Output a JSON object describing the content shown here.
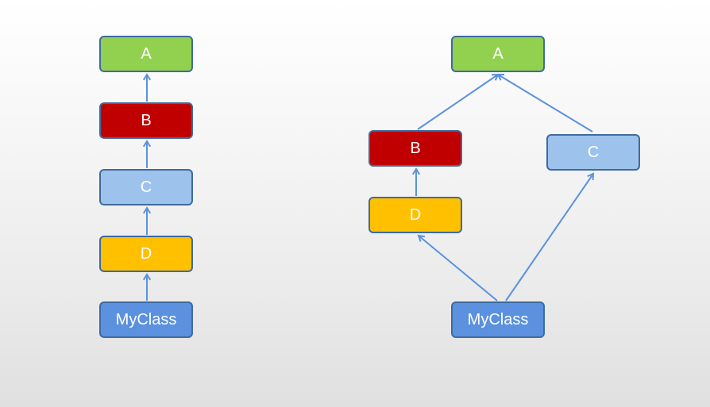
{
  "diagrams": [
    {
      "nodes": [
        {
          "id": "A",
          "label": "A",
          "color": "#92d050"
        },
        {
          "id": "B",
          "label": "B",
          "color": "#c00000"
        },
        {
          "id": "C",
          "label": "C",
          "color": "#9dc3ec"
        },
        {
          "id": "D",
          "label": "D",
          "color": "#ffc000"
        },
        {
          "id": "MyClass",
          "label": "MyClass",
          "color": "#5b91de"
        }
      ],
      "edges": [
        {
          "from": "B",
          "to": "A"
        },
        {
          "from": "C",
          "to": "B"
        },
        {
          "from": "D",
          "to": "C"
        },
        {
          "from": "MyClass",
          "to": "D"
        }
      ]
    },
    {
      "nodes": [
        {
          "id": "A",
          "label": "A",
          "color": "#92d050"
        },
        {
          "id": "B",
          "label": "B",
          "color": "#c00000"
        },
        {
          "id": "C",
          "label": "C",
          "color": "#9dc3ec"
        },
        {
          "id": "D",
          "label": "D",
          "color": "#ffc000"
        },
        {
          "id": "MyClass",
          "label": "MyClass",
          "color": "#5b91de"
        }
      ],
      "edges": [
        {
          "from": "B",
          "to": "A"
        },
        {
          "from": "C",
          "to": "A"
        },
        {
          "from": "D",
          "to": "B"
        },
        {
          "from": "MyClass",
          "to": "D"
        },
        {
          "from": "MyClass",
          "to": "C"
        }
      ]
    }
  ],
  "edge_color": "#5b91de",
  "border_color": "#3f6aa0"
}
